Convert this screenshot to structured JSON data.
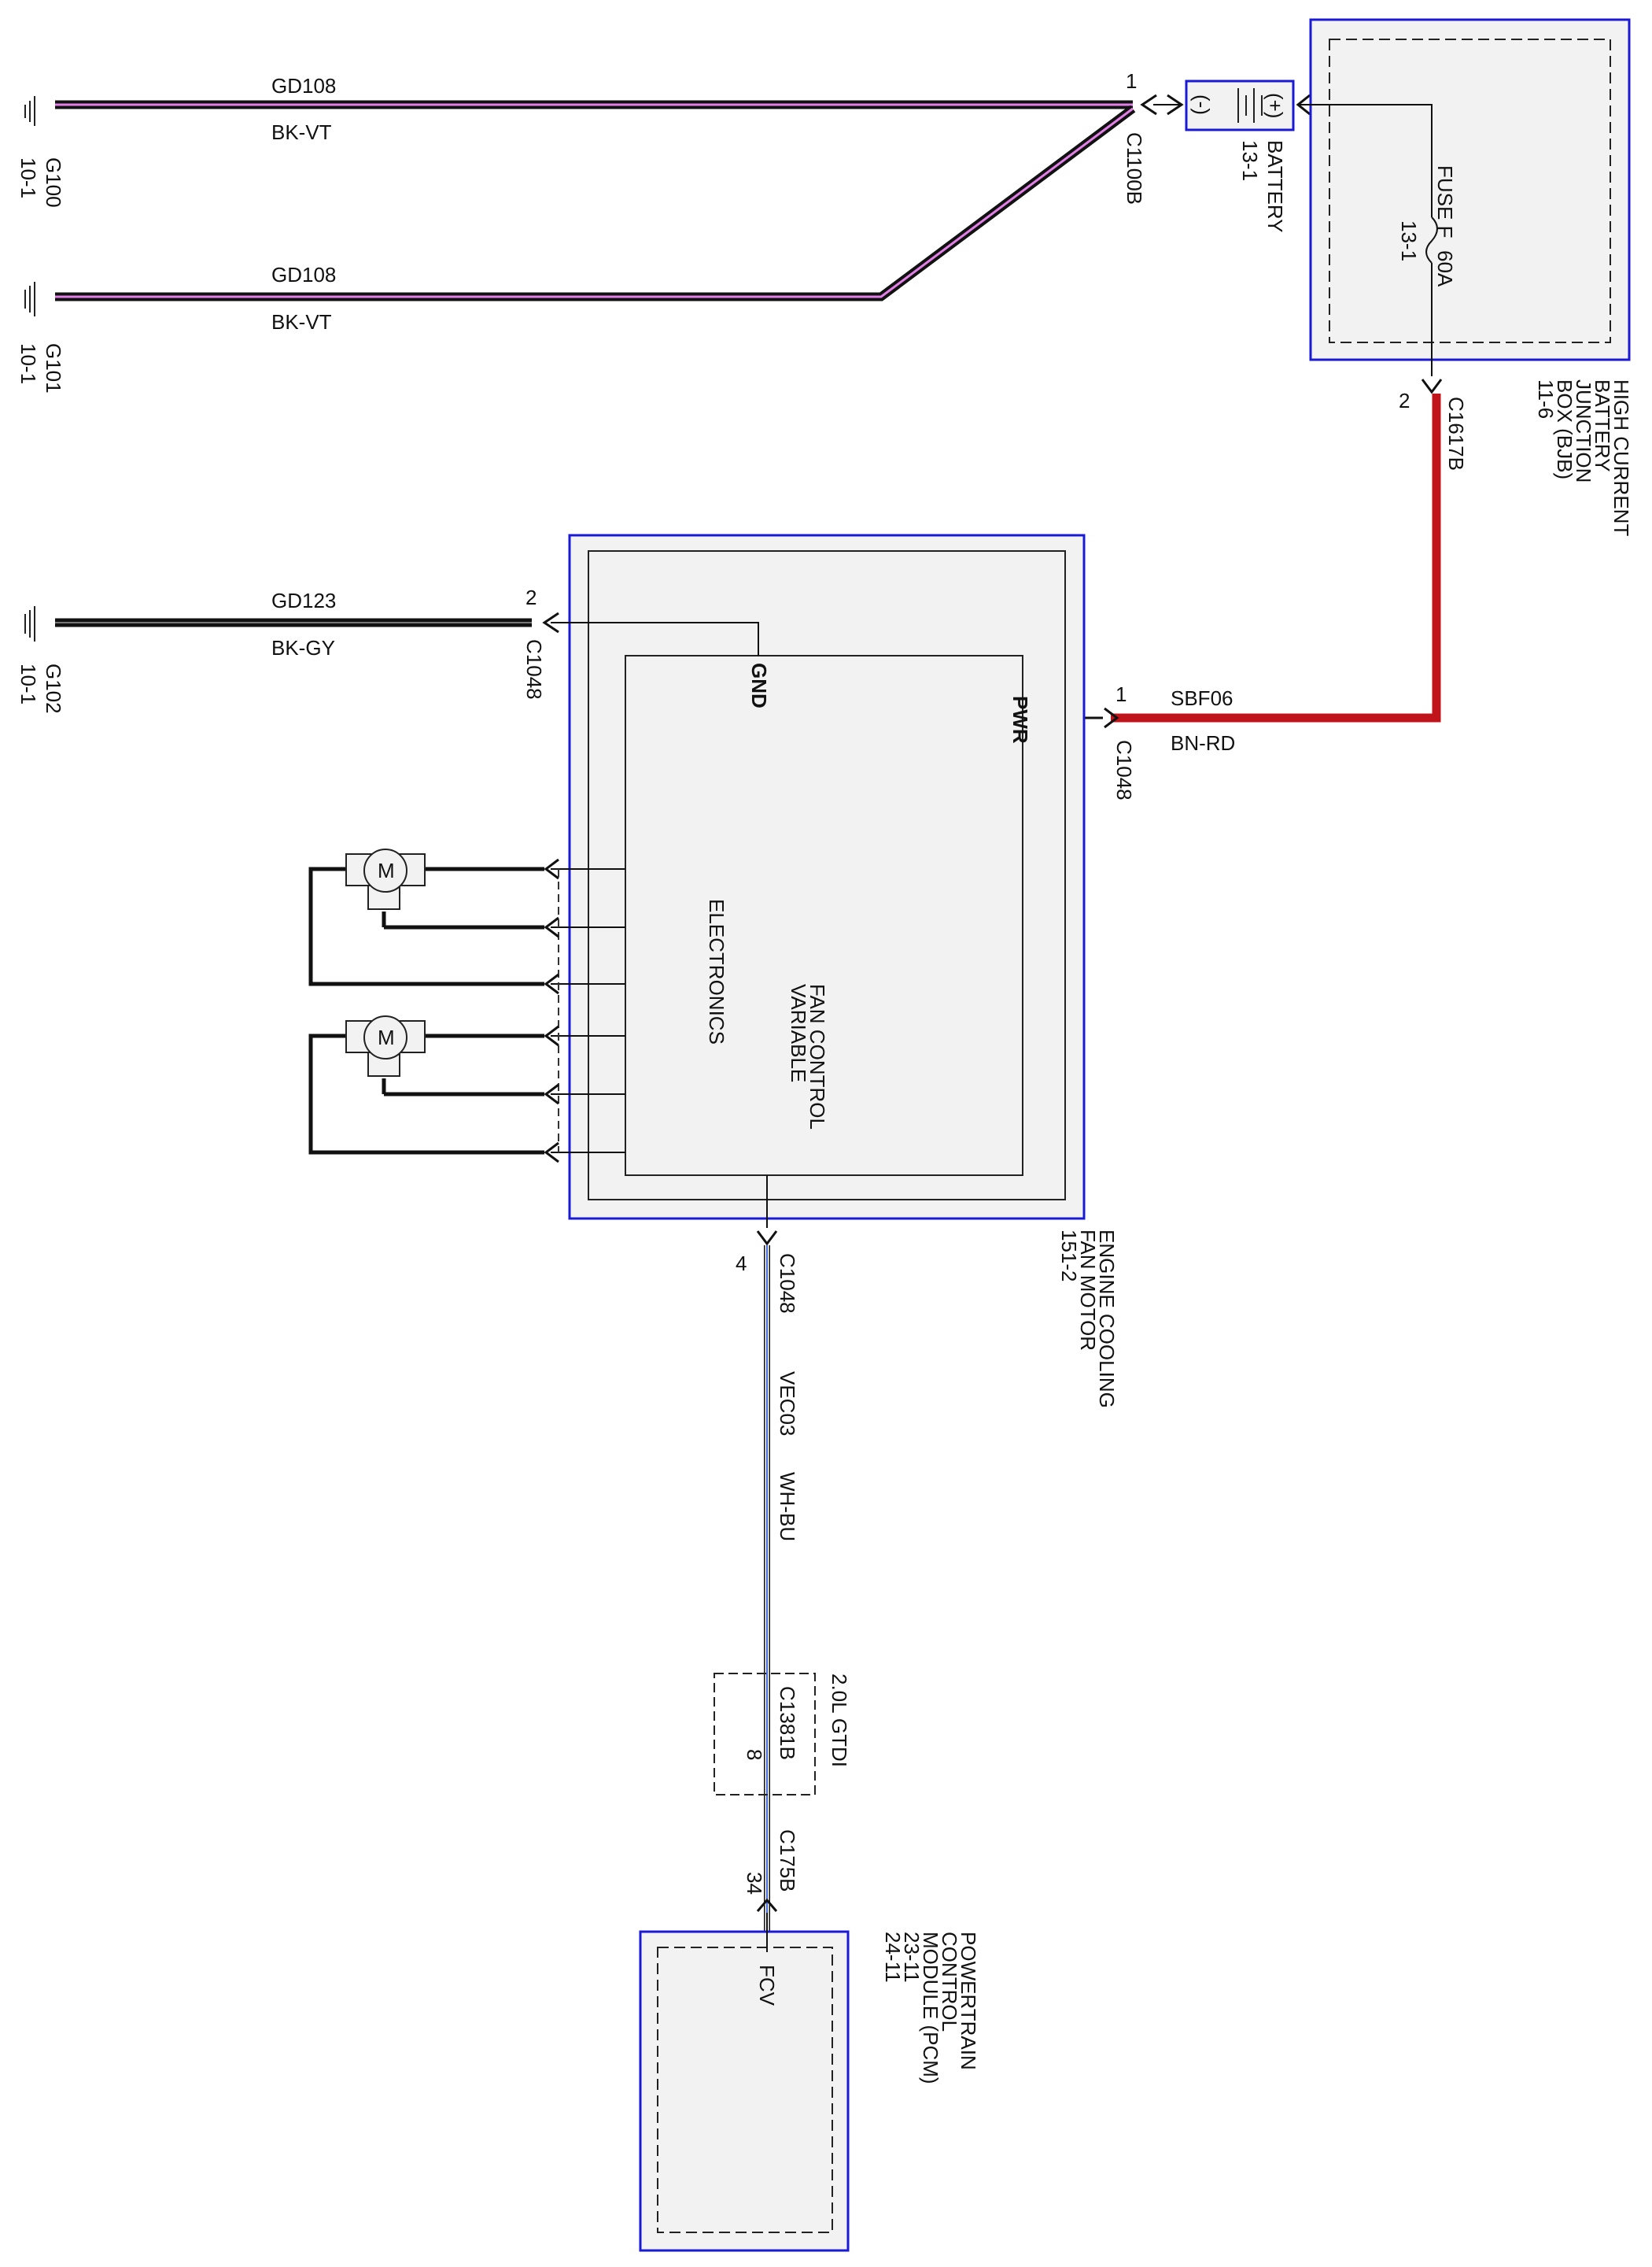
{
  "grounds": [
    {
      "id": "G100",
      "ref": "10-1"
    },
    {
      "id": "G101",
      "ref": "10-1"
    },
    {
      "id": "G102",
      "ref": "10-1"
    }
  ],
  "wires": {
    "w1": {
      "circuit": "GD108",
      "color": "BK-VT"
    },
    "w2": {
      "circuit": "GD108",
      "color": "BK-VT"
    },
    "w3": {
      "circuit": "GD123",
      "color": "BK-GY"
    },
    "power": {
      "circuit": "SBF06",
      "color": "BN-RD"
    },
    "signal": {
      "circuit": "VEC03",
      "color": "WH-BU"
    }
  },
  "connectors": {
    "c1100b": {
      "name": "C1100B",
      "pin": "1"
    },
    "c1617b": {
      "name": "C1617B",
      "pin": "2"
    },
    "c1048_gnd": {
      "name": "C1048",
      "pin": "2"
    },
    "c1048_pwr": {
      "name": "C1048",
      "pin": "1"
    },
    "c1048_sig": {
      "name": "C1048",
      "pin": "4"
    },
    "c1381b": {
      "name": "C1381B",
      "pin": "8"
    },
    "c175b": {
      "name": "C175B",
      "pin": "34"
    }
  },
  "battery": {
    "name": "BATTERY",
    "ref": "13-1",
    "neg": "(-)",
    "pos": "(+)"
  },
  "bjb": {
    "lines": [
      "HIGH CURRENT",
      "BATTERY",
      "JUNCTION",
      "BOX (BJB)",
      "11-6"
    ],
    "fuse": "FUSE F",
    "fuse_rating": "60A",
    "fuse_ref": "13-1"
  },
  "fan": {
    "lines": [
      "ENGINE COOLING",
      "FAN MOTOR",
      "151-2"
    ],
    "gnd": "GND",
    "pwr": "PWR",
    "electronics": [
      "FAN CONTROL",
      "VARIABLE",
      "ELECTRONICS"
    ],
    "motor_label": "M"
  },
  "option": {
    "label": "2.0L GTDI"
  },
  "pcm": {
    "lines": [
      "POWERTRAIN",
      "CONTROL",
      "MODULE (PCM)",
      "23-11",
      "24-11"
    ],
    "pin_label": "FCV"
  },
  "colors": {
    "box_border": "#1a1ad6",
    "box_fill": "#f2f2f2",
    "power_wire": "#c0141a",
    "violet_tracer": "#e27fe6",
    "blue_tracer": "#4169e1"
  }
}
